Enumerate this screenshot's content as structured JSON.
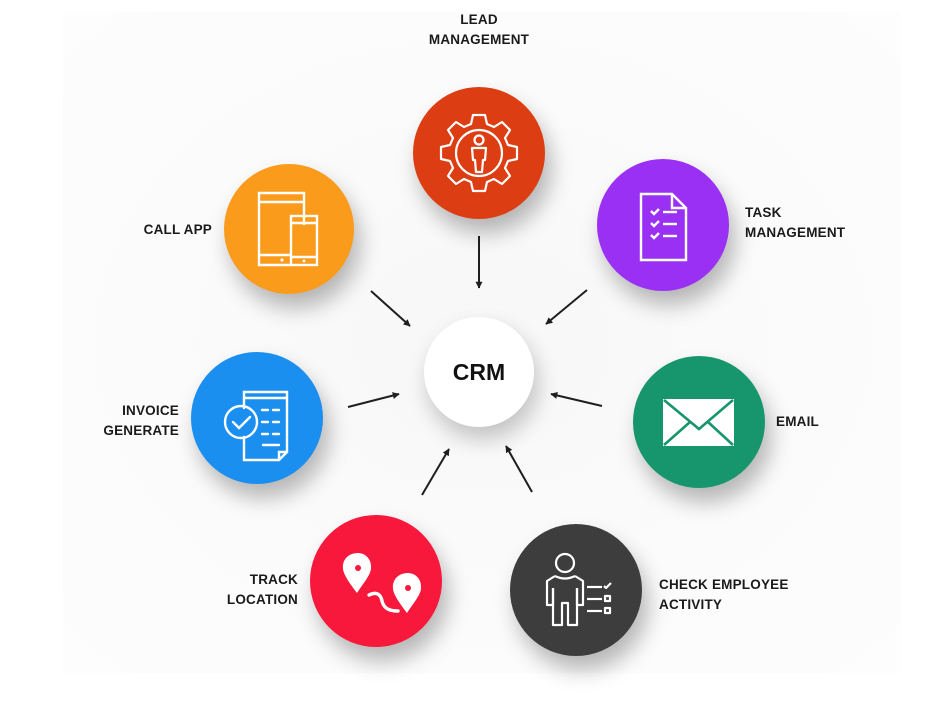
{
  "hub": {
    "label": "CRM"
  },
  "nodes": {
    "lead": {
      "lines": [
        "LEAD",
        "MANAGEMENT"
      ],
      "color": "#dc3d12",
      "icon": "gear-person-icon"
    },
    "call": {
      "lines": [
        "CALL APP"
      ],
      "color": "#fb9b1c",
      "icon": "tablet-phone-icon"
    },
    "task": {
      "lines": [
        "TASK",
        "MANAGEMENT"
      ],
      "color": "#9b30f5",
      "icon": "checklist-document-icon"
    },
    "invoice": {
      "lines": [
        "INVOICE",
        "GENERATE"
      ],
      "color": "#1b8ff0",
      "icon": "invoice-check-icon"
    },
    "email": {
      "lines": [
        "EMAIL"
      ],
      "color": "#17956c",
      "icon": "envelope-icon"
    },
    "track": {
      "lines": [
        "TRACK",
        "LOCATION"
      ],
      "color": "#f7183b",
      "icon": "map-route-icon"
    },
    "activity": {
      "lines": [
        "CHECK EMPLOYEE",
        "ACTIVITY"
      ],
      "color": "#3d3d3d",
      "icon": "employee-checklist-icon"
    }
  },
  "arrow_color": "#1f1f1f"
}
